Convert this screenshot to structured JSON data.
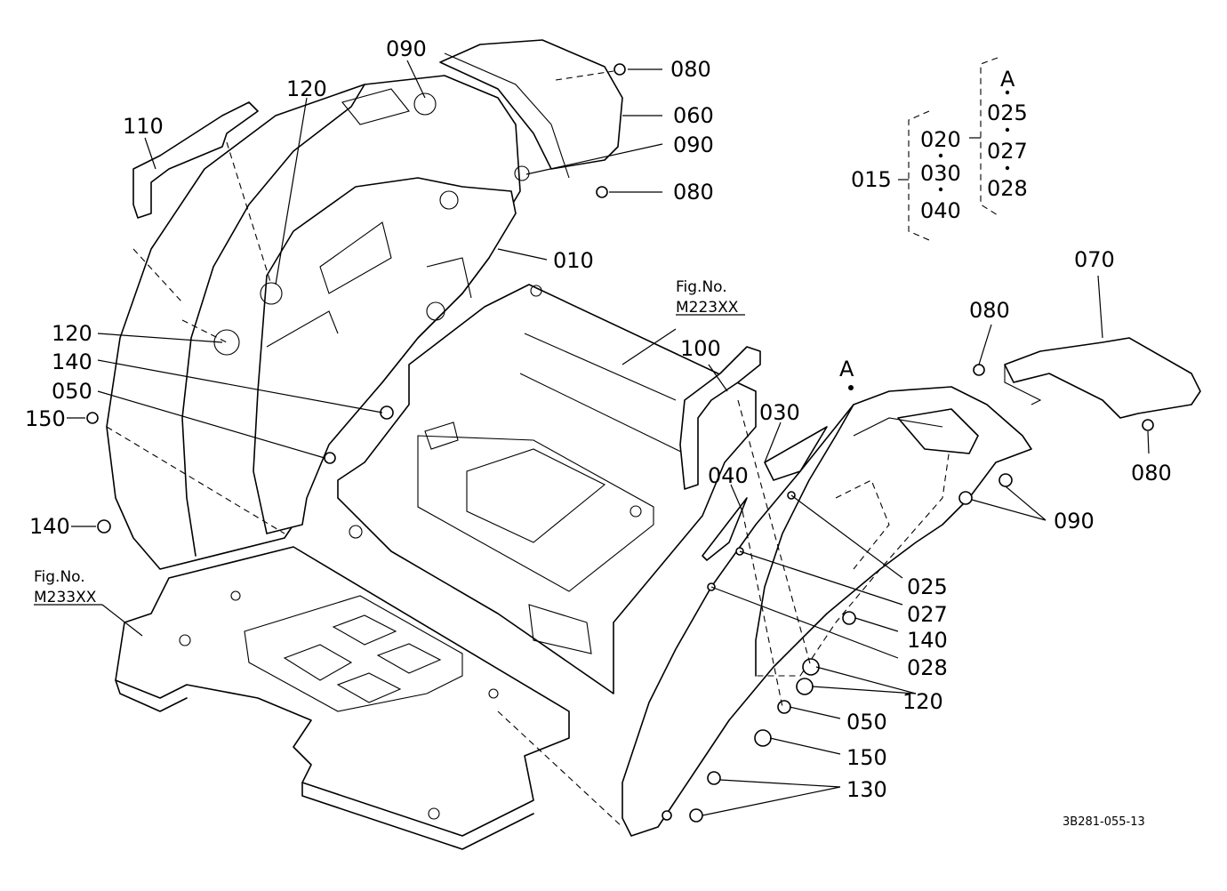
{
  "callouts": {
    "c090a": "090",
    "c080a": "080",
    "c120a": "120",
    "c110": "110",
    "c060": "060",
    "c090b": "090",
    "c080b": "080",
    "c010": "010",
    "c120b": "120",
    "c140a": "140",
    "c050a": "050",
    "c150a": "150",
    "c140b": "140",
    "c100": "100",
    "c030": "030",
    "c040": "040",
    "c080c": "080",
    "c070": "070",
    "c080d": "080",
    "c090c": "090",
    "c025b": "025",
    "c027b": "027",
    "c140c": "140",
    "c028b": "028",
    "c120c": "120",
    "c050b": "050",
    "c150b": "150",
    "c130": "130"
  },
  "group_legend": {
    "a_label": "A",
    "c015": "015",
    "c020": "020",
    "c030": "030",
    "c040": "040",
    "c025": "025",
    "c027": "027",
    "c028": "028"
  },
  "marker_a": "A",
  "fig_refs": {
    "ref1_title": "Fig.No.",
    "ref1_code": "M223XX",
    "ref2_title": "Fig.No.",
    "ref2_code": "M233XX"
  },
  "drawing_code": "3B281-055-13"
}
